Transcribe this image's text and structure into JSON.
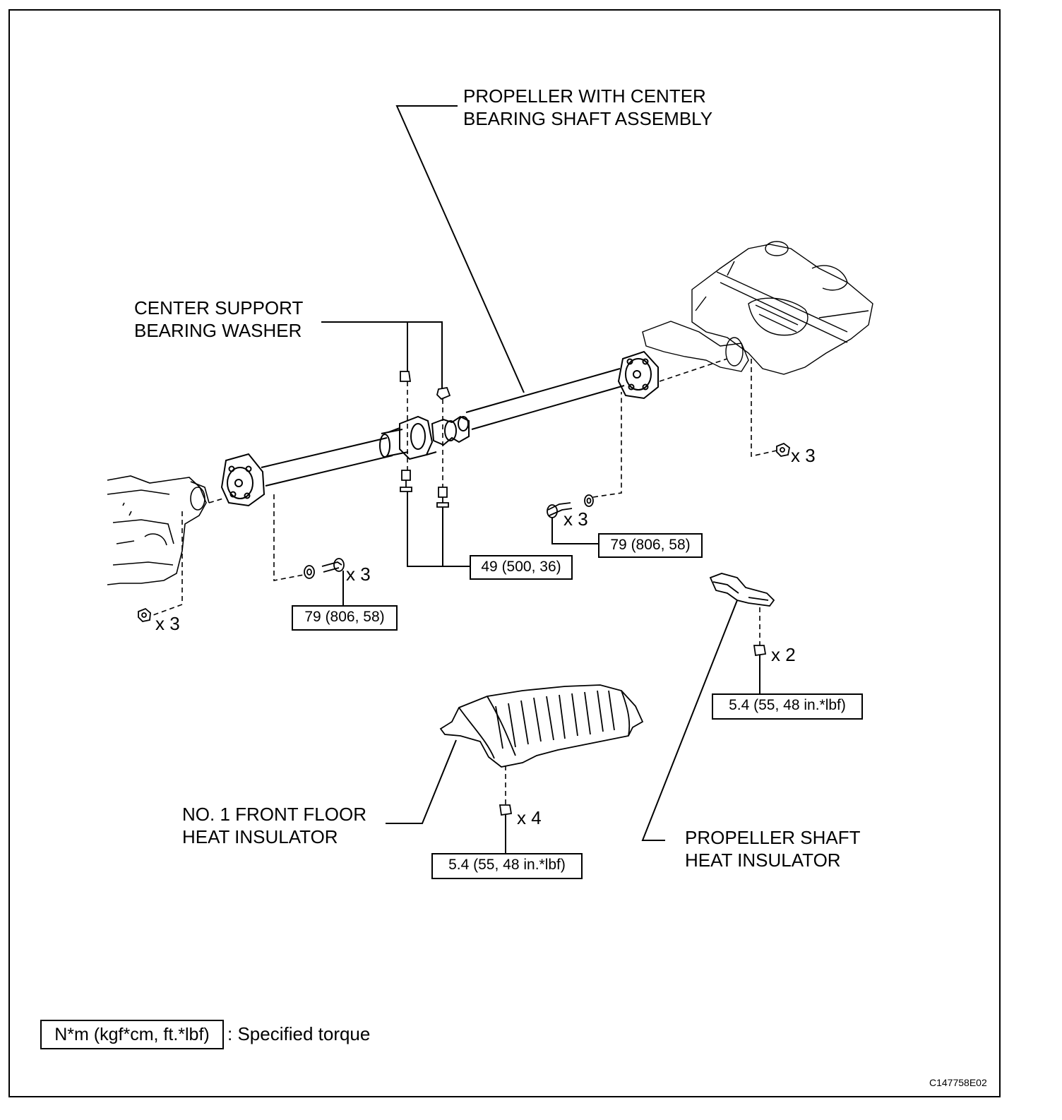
{
  "labels": {
    "propeller_assembly": [
      "PROPELLER WITH CENTER",
      "BEARING SHAFT ASSEMBLY"
    ],
    "center_support_washer": [
      "CENTER SUPPORT",
      "BEARING WASHER"
    ],
    "front_floor_insulator": [
      "NO. 1 FRONT FLOOR",
      "HEAT INSULATOR"
    ],
    "shaft_heat_insulator": [
      "PROPELLER SHAFT",
      "HEAT INSULATOR"
    ]
  },
  "quantities": {
    "rear_nut": "x 3",
    "left_nut": "x 3",
    "left_bolt": "x 3",
    "right_bolt": "x 3",
    "bracket_nut": "x 2",
    "insulator_nut": "x 4"
  },
  "torques": {
    "center_bolts": "49 (500, 36)",
    "right_flange": "79 (806, 58)",
    "left_flange": "79 (806, 58)",
    "bracket": "5.4 (55, 48 in.*lbf)",
    "insulator": "5.4 (55, 48 in.*lbf)"
  },
  "legend": {
    "unit_box": "N*m (kgf*cm, ft.*lbf)",
    "description": ": Specified torque"
  },
  "figure_code": "C147758E02"
}
